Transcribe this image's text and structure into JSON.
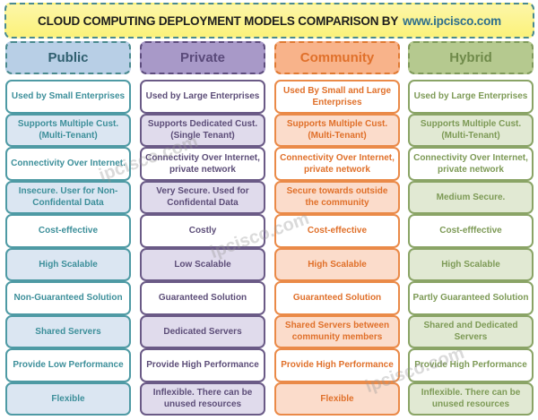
{
  "title": {
    "text": "CLOUD COMPUTING DEPLOYMENT MODELS COMPARISON BY",
    "site": "www.ipcisco.com"
  },
  "watermark": "ipcisco.com",
  "columns": [
    {
      "key": "public",
      "header": "Public",
      "colors": {
        "header_bg": "#b8cfe6",
        "border": "#4e9aa4",
        "text": "#3d8f9a",
        "alt_bg": "#dbe6f2"
      },
      "rows": [
        "Used by Small Enterprises",
        "Supports Multiple Cust. (Multi-Tenant)",
        "Connectivity Over Internet.",
        "Insecure. User for Non-Confidental Data",
        "Cost-effective",
        "High Scalable",
        "Non-Guaranteed Solution",
        "Shared Servers",
        "Provide Low Performance",
        "Flexible"
      ]
    },
    {
      "key": "private",
      "header": "Private",
      "colors": {
        "header_bg": "#a899c8",
        "border": "#6a5a86",
        "text": "#5c4d78",
        "alt_bg": "#e0dbec"
      },
      "rows": [
        "Used by Large Enterprises",
        "Supports Dedicated Cust. (Single Tenant)",
        "Connectivity Over Internet, private network",
        "Very Secure. Used for Confidental Data",
        "Costly",
        "Low Scalable",
        "Guaranteed Solution",
        "Dedicated Servers",
        "Provide High Performance",
        "Inflexible. There can be unused resources"
      ]
    },
    {
      "key": "community",
      "header": "Community",
      "colors": {
        "header_bg": "#f8b38a",
        "border": "#ea8a48",
        "text": "#e0702a",
        "alt_bg": "#fbdccb"
      },
      "rows": [
        "Used By Small and Large Enterprises",
        "Supports Multiple Cust. (Multi-Tenant)",
        "Connectivity Over Internet, private network",
        "Secure towards outside the community",
        "Cost-effective",
        "High Scalable",
        "Guaranteed Solution",
        "Shared Servers between community members",
        "Provide High Performance",
        "Flexible"
      ]
    },
    {
      "key": "hybrid",
      "header": "Hybrid",
      "colors": {
        "header_bg": "#b5c98f",
        "border": "#8aa466",
        "text": "#7d9a56",
        "alt_bg": "#e1e9d3"
      },
      "rows": [
        "Used by Large Enterprises",
        "Supports Multiple Cust. (Multi-Tenant)",
        "Connectivity Over Internet, private network",
        "Medium Secure.",
        "Cost-efffective",
        "High Scalable",
        "Partly Guaranteed Solution",
        "Shared and Dedicated Servers",
        "Provide High Performance",
        "Inflexible. There can be unused resources"
      ]
    }
  ]
}
